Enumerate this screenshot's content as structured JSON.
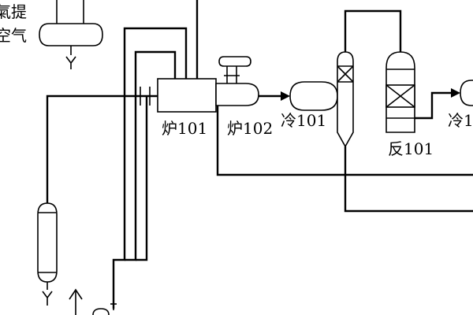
{
  "labels": {
    "top_left_line1": "氣提",
    "top_left_line2": "空气",
    "furnace1": "炉101",
    "furnace2": "炉102",
    "cooler1": "冷101",
    "reactor1": "反101",
    "cooler2_partial": "冷1"
  },
  "colors": {
    "line": "#000000",
    "background": "#ffffff"
  }
}
